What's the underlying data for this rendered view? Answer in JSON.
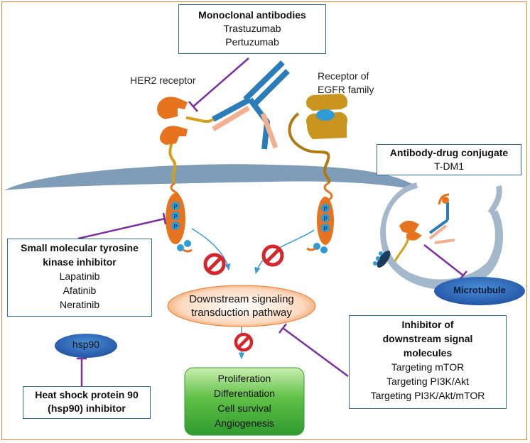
{
  "mab": {
    "title": "Monoclonal antibodies",
    "items": [
      "Trastuzumab",
      "Pertuzumab"
    ]
  },
  "her2_label": "HER2 receptor",
  "egfr_label": [
    "Receptor of",
    "EGFR family"
  ],
  "adc": {
    "title": "Antibody-drug conjugate",
    "items": [
      "T-DM1"
    ]
  },
  "tki": {
    "title": [
      "Small molecular tyrosine",
      "kinase inhibitor"
    ],
    "items": [
      "Lapatinib",
      "Afatinib",
      "Neratinib"
    ]
  },
  "downstream": [
    "Downstream signaling",
    "transduction pathway"
  ],
  "inhibitor_downstream": {
    "title": [
      "Inhibitor of",
      "downstream signal",
      "molecules"
    ],
    "items": [
      "Targeting mTOR",
      "Targeting PI3K/Akt",
      "Targeting PI3K/Akt/mTOR"
    ]
  },
  "outcomes": [
    "Proliferation",
    "Differentiation",
    "Cell survival",
    "Angiogenesis"
  ],
  "hsp90": "hsp90",
  "hsp90_inhibitor": [
    "Heat shock protein 90",
    "(hsp90) inhibitor"
  ],
  "microtubule": "Microtubule",
  "phospho_letter": "P",
  "colors": {
    "inhibit": "#7b2fa0",
    "membrane": "#7f9db8",
    "receptor_orange": "#e8731e",
    "ecd_gold": "#d4a01a",
    "egfr_tan": "#c9951f",
    "antibody_blue": "#2a7db8",
    "antibody_pink": "#f2b090",
    "border": "#e8803a",
    "box_border": "#2e6e8e"
  }
}
